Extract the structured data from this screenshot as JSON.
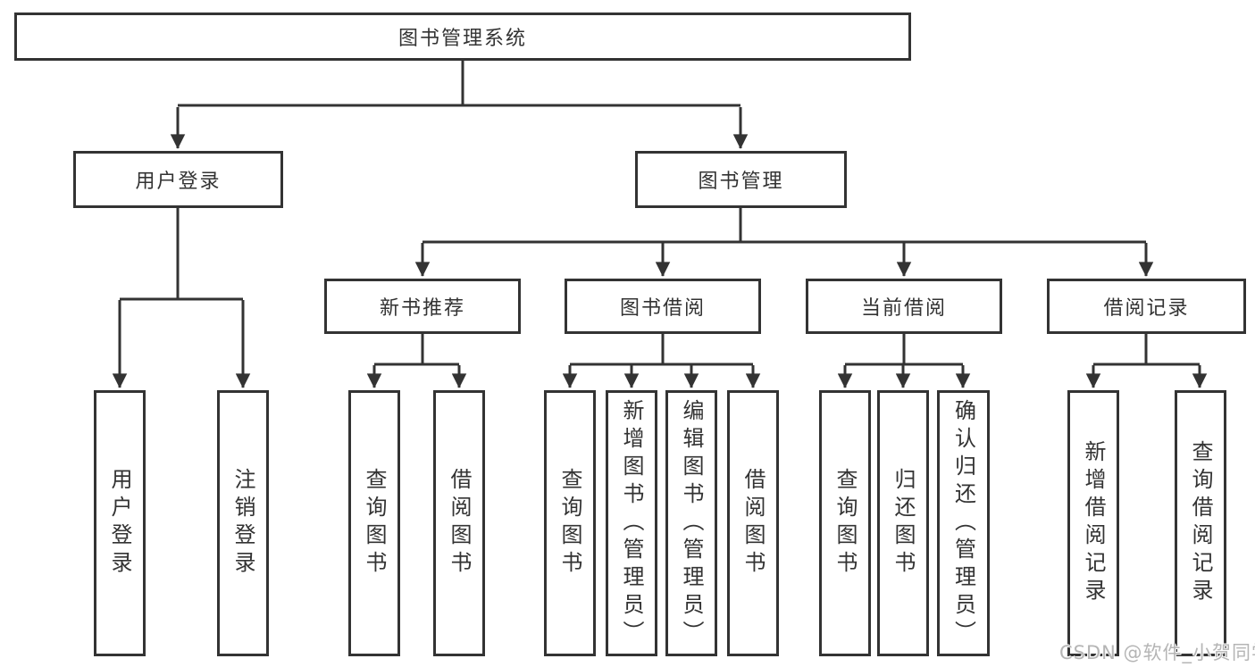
{
  "colors": {
    "line": "#333333",
    "box_border": "#333333",
    "box_fill": "#ffffff",
    "text": "#333333",
    "watermark_text": "#b5b5b5"
  },
  "diagram": {
    "root": {
      "label": "图书管理系统"
    },
    "level2": [
      {
        "label": "用户登录"
      },
      {
        "label": "图书管理"
      }
    ],
    "level3": [
      {
        "label": "新书推荐"
      },
      {
        "label": "图书借阅"
      },
      {
        "label": "当前借阅"
      },
      {
        "label": "借阅记录"
      }
    ],
    "leaves": [
      {
        "label": "用户登录"
      },
      {
        "label": "注销登录"
      },
      {
        "label": "查询图书"
      },
      {
        "label": "借阅图书"
      },
      {
        "label": "查询图书"
      },
      {
        "label": "新增图书（管理员）"
      },
      {
        "label": "编辑图书（管理员）"
      },
      {
        "label": "借阅图书"
      },
      {
        "label": "查询图书"
      },
      {
        "label": "归还图书"
      },
      {
        "label": "确认归还（管理员）"
      },
      {
        "label": "新增借阅记录"
      },
      {
        "label": "查询借阅记录"
      }
    ]
  },
  "watermark": {
    "text": "CSDN @软件_小贺同学"
  }
}
